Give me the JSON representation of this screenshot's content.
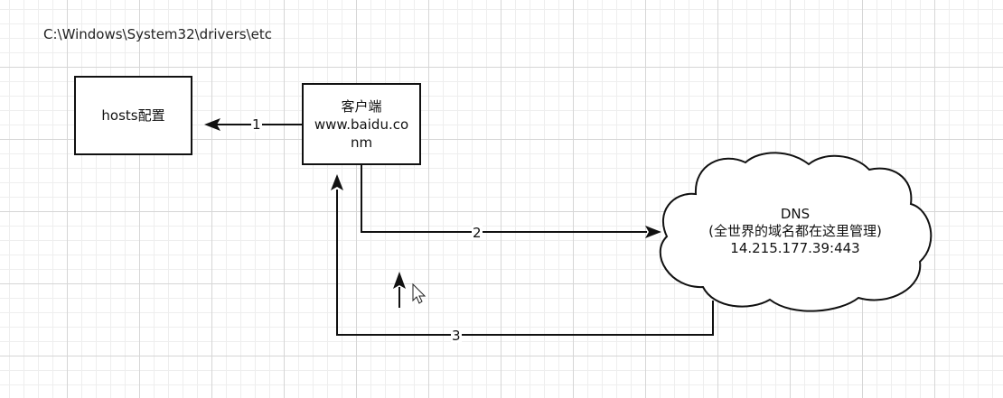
{
  "hosts_path": "C:\\Windows\\System32\\drivers\\etc",
  "hosts_box": {
    "label": "hosts配置"
  },
  "client_box": {
    "label": "客户端",
    "url": "www.baidu.conm"
  },
  "dns_cloud": {
    "title": "DNS",
    "subtitle": "(全世界的域名都在这里管理)",
    "address": "14.215.177.39:443"
  },
  "edges": [
    {
      "label": "1"
    },
    {
      "label": "2"
    },
    {
      "label": "3"
    }
  ],
  "colors": {
    "stroke": "#111111",
    "grid_major": "#d6d6d6",
    "grid_minor": "#eeeeee",
    "background": "#ffffff"
  }
}
